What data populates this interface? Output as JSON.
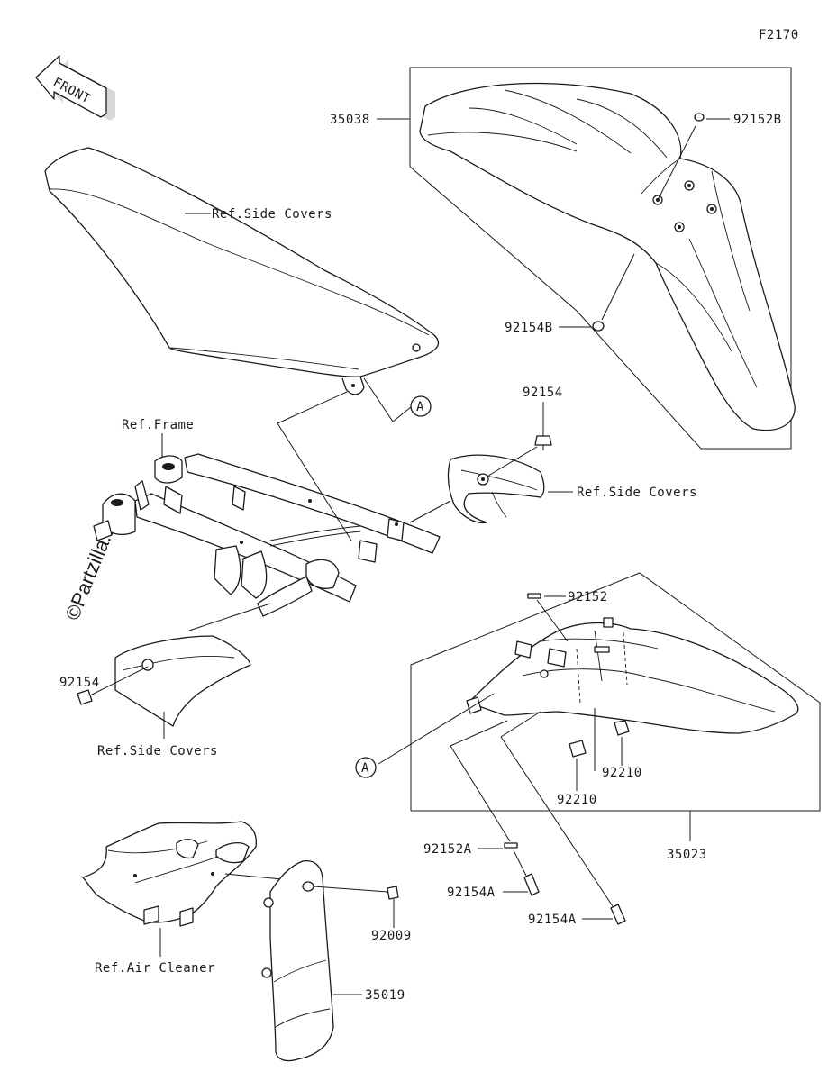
{
  "figure_code": "F2170",
  "front_arrow": "FRONT",
  "watermark": "©Partzilla.com",
  "circle_ref": "A",
  "labels": {
    "p35038": "35038",
    "p92152B": "92152B",
    "p92154B": "92154B",
    "ref_side_covers_seat": "Ref.Side Covers",
    "ref_frame": "Ref.Frame",
    "p92154_top": "92154",
    "ref_side_covers_right": "Ref.Side Covers",
    "p92152": "92152",
    "p92154_left": "92154",
    "ref_side_covers_left": "Ref.Side Covers",
    "p92210_a": "92210",
    "p92210_b": "92210",
    "p35023": "35023",
    "p92152A": "92152A",
    "p92154A_a": "92154A",
    "p92154A_b": "92154A",
    "p92009": "92009",
    "ref_air_cleaner": "Ref.Air Cleaner",
    "p35019": "35019"
  }
}
